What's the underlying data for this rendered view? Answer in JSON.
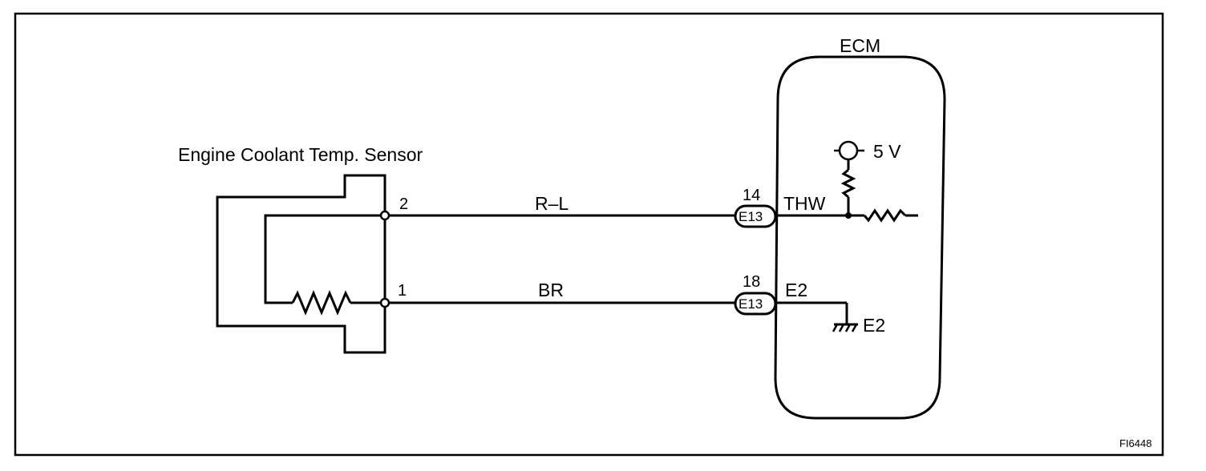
{
  "sensor": {
    "label": "Engine Coolant Temp. Sensor"
  },
  "ecm": {
    "label": "ECM",
    "supply_label": "5 V"
  },
  "wires": [
    {
      "color_code": "R–L",
      "sensor_pin": "2",
      "ecm_pin": "14",
      "connector": "E13",
      "ecm_terminal": "THW"
    },
    {
      "color_code": "BR",
      "sensor_pin": "1",
      "ecm_pin": "18",
      "connector": "E13",
      "ecm_terminal": "E2"
    }
  ],
  "ground": {
    "label": "E2"
  },
  "figure_id": "FI6448"
}
